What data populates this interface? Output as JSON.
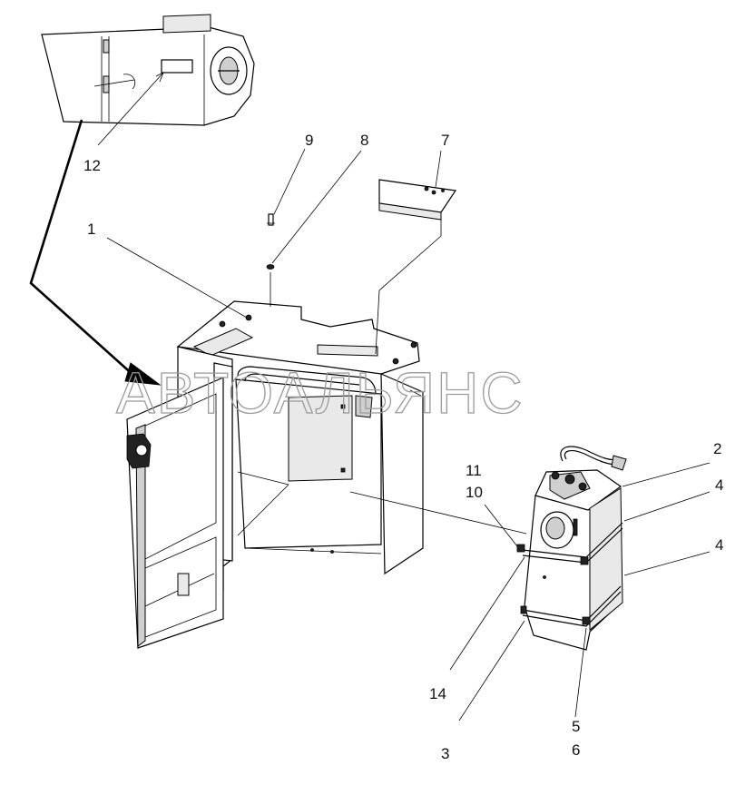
{
  "watermark": "АВТОАЛЬЯНС",
  "callouts": {
    "c1": "1",
    "c2": "2",
    "c3": "3",
    "c4a": "4",
    "c4b": "4",
    "c5": "5",
    "c6": "6",
    "c7": "7",
    "c8": "8",
    "c9": "9",
    "c10": "10",
    "c11": "11",
    "c12": "12",
    "c14": "14"
  }
}
